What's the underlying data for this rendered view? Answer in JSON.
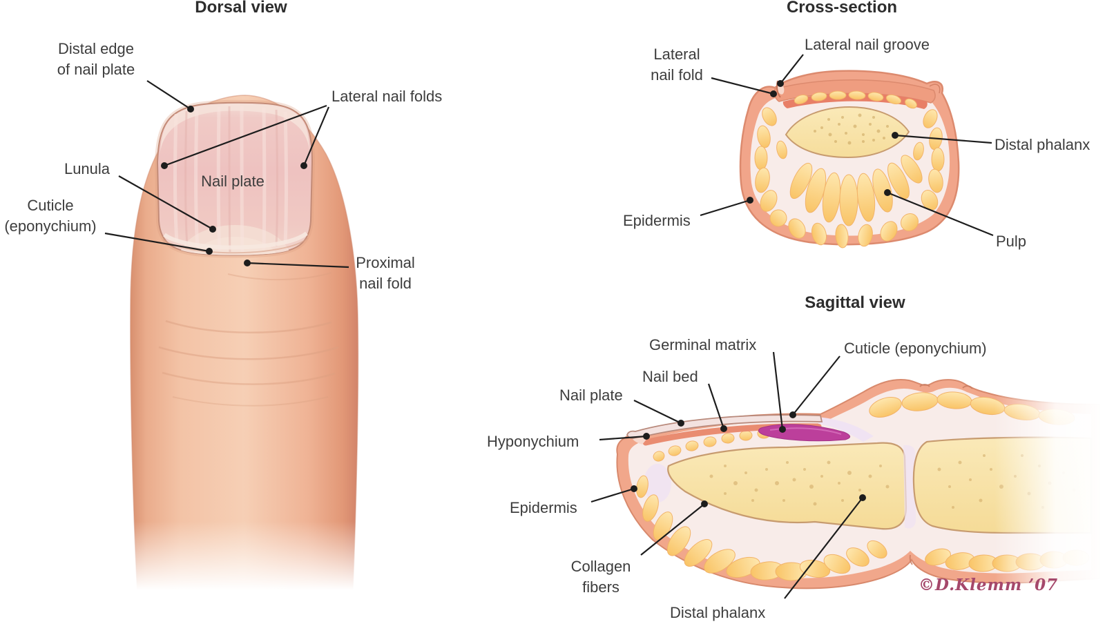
{
  "panels": {
    "dorsal": {
      "title": "Dorsal view",
      "labels": {
        "distal_edge": "Distal edge\nof nail plate",
        "lateral_nail_folds": "Lateral nail folds",
        "lunula": "Lunula",
        "cuticle": "Cuticle\n(eponychium)",
        "nail_plate": "Nail plate",
        "proximal_nail_fold": "Proximal\nnail fold"
      }
    },
    "cross_section": {
      "title": "Cross-section",
      "labels": {
        "lateral_nail_fold": "Lateral\nnail fold",
        "lateral_nail_groove": "Lateral nail groove",
        "distal_phalanx": "Distal phalanx",
        "epidermis": "Epidermis",
        "pulp": "Pulp"
      }
    },
    "sagittal": {
      "title": "Sagittal view",
      "labels": {
        "germinal_matrix": "Germinal matrix",
        "cuticle_eponychium": "Cuticle (eponychium)",
        "nail_bed": "Nail bed",
        "nail_plate": "Nail plate",
        "hyponychium": "Hyponychium",
        "epidermis": "Epidermis",
        "collagen_fibers": "Collagen\nfibers",
        "distal_phalanx": "Distal phalanx"
      }
    }
  },
  "signature": {
    "text": "©D.Klemm ’07",
    "color": "#a5486b"
  },
  "colors": {
    "skin": "#f4c7aa",
    "nail_plate": "#eec2c0",
    "lunula": "#f4dcd2",
    "epidermis_ring": "#f1a58a",
    "fat_lobule": "#fbd386",
    "bone": "#f9e5ae",
    "germinal_matrix": "#bc3f9b",
    "label_text": "#3d3d3d",
    "leader_line": "#1d1d1d"
  }
}
